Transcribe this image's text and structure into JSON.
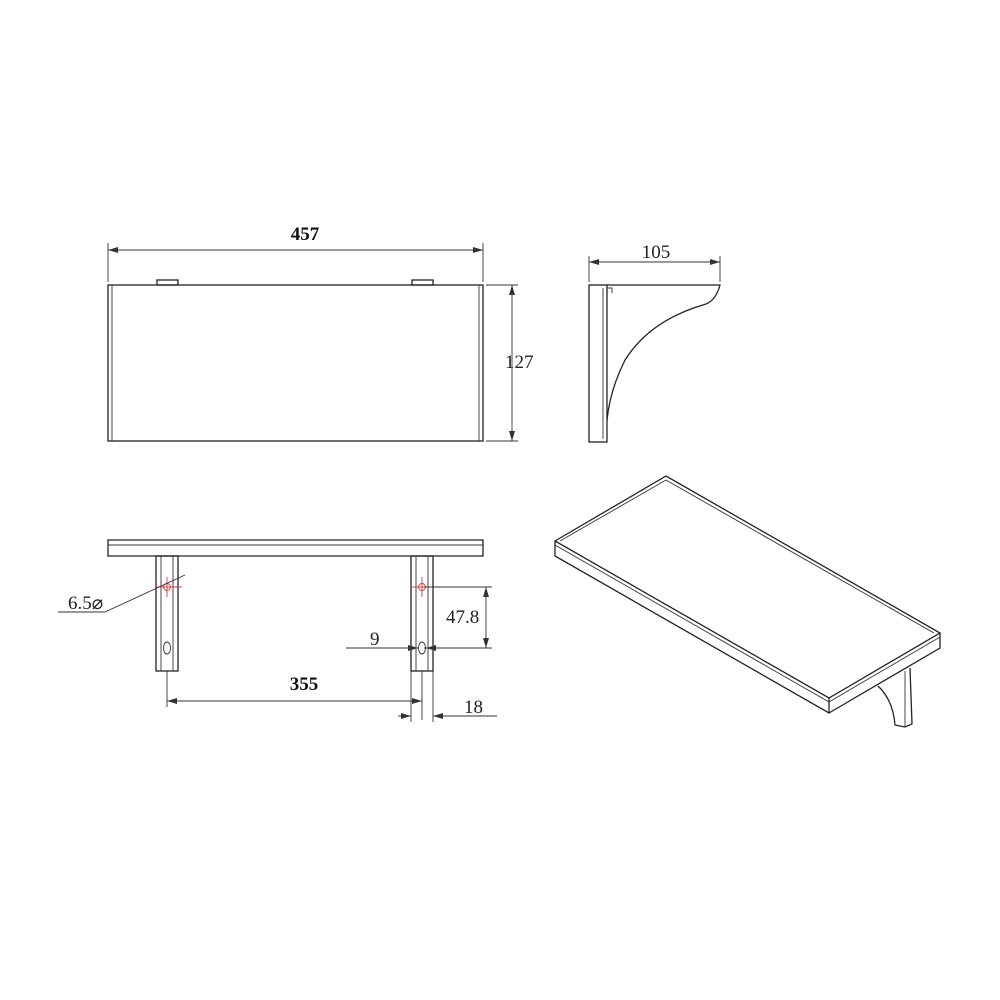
{
  "drawing": {
    "front_view": {
      "width_label": "457",
      "height_label": "127"
    },
    "side_view": {
      "depth_label": "105"
    },
    "top_view": {
      "hole_diameter_label": "6.5⌀",
      "hole_spacing_label": "355",
      "hole_height_label": "47.8",
      "slot_width_label": "9",
      "bracket_width_label": "18"
    }
  }
}
